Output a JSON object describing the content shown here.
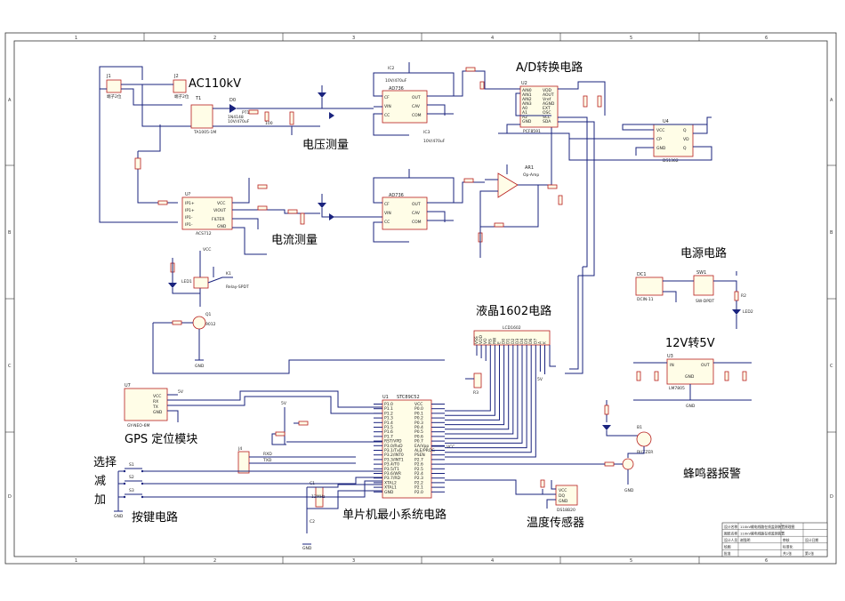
{
  "titles": {
    "ac": "AC110kV",
    "voltage": "电压测量",
    "current": "电流测量",
    "adc": "A/D转换电路",
    "lcd": "液晶1602电路",
    "power": "电源电路",
    "reg": "12V转5V",
    "gps": "GPS 定位模块",
    "mcu": "单片机最小系统电路",
    "buzzer": "蜂鸣器报警",
    "keys_title": "按键电路",
    "key1": "选择",
    "key2": "减",
    "key3": "加",
    "temp": "温度传感器"
  },
  "border": {
    "cols": [
      "1",
      "2",
      "3",
      "4",
      "5",
      "6"
    ],
    "rows": [
      "A",
      "B",
      "C",
      "D"
    ]
  },
  "parts": {
    "j1": "J1",
    "j1_name": "端子2位",
    "j2": "J2",
    "j2_name": "端子2位",
    "t1": "T1",
    "t1_name": "TA1005-1M",
    "d0": "D0",
    "d0_name": "1N4148",
    "pt1": "PT1",
    "pt1_name": "10V/470uF",
    "r_100": "100",
    "ad1": "AD736",
    "ad2": "AD736",
    "ic1": "IC2",
    "ic1_cap": "10V/470uF",
    "ic3": "IC3",
    "ic3_cap": "10V/470uF",
    "u_acs": "ACS712",
    "u_acs_ref": "U?",
    "acs_pins": [
      "IP1+",
      "IP1+",
      "IP1-",
      "IP1-",
      "VCC",
      "VIOUT",
      "FILTER",
      "GND"
    ],
    "ad_pins_l": [
      "CF",
      "VIN",
      "CC",
      "CC"
    ],
    "ad_pins_r": [
      "OUT",
      "CAV",
      "COM"
    ],
    "pcf": "PCF8591",
    "pcf_pins_l": [
      "AIN0",
      "AIN1",
      "AIN2",
      "AIN3",
      "A0",
      "A1",
      "A2",
      "GND"
    ],
    "pcf_pins_r": [
      "VDD",
      "AOUT",
      "Vref",
      "AGND",
      "EXT",
      "OSC",
      "SCL",
      "SDA"
    ],
    "ds1302": "DS1302",
    "u4": "U4",
    "ds_pins": [
      "VCC",
      "CP",
      "GND",
      "Q",
      "VD",
      "Q"
    ],
    "opamp": "Op-Amp",
    "ar1": "AR1",
    "relay": "Relay-SPDT",
    "k1": "K1",
    "led1": "LED1",
    "q1": "Q1",
    "q1_type": "9012",
    "gnd": "GND",
    "stc": "STC89C52",
    "u1": "U1",
    "stc_pins_l": [
      "P1.0",
      "P1.1",
      "P1.2",
      "P1.3",
      "P1.4",
      "P1.5",
      "P1.6",
      "P1.7",
      "RST/VPD",
      "P3.0/RxD",
      "P3.1/TxD",
      "P3.2/INT0",
      "P3.3/INT1",
      "P3.4/T0",
      "P3.5/T1",
      "P3.6/WR",
      "P3.7/RD",
      "XTAL2",
      "XTAL1",
      "GND"
    ],
    "stc_pins_r": [
      "VCC",
      "P0.0",
      "P0.1",
      "P0.2",
      "P0.3",
      "P0.4",
      "P0.5",
      "P0.6",
      "P0.7",
      "EA/Vpp",
      "ALE/PROG",
      "PSEN",
      "P2.7",
      "P2.6",
      "P2.5",
      "P2.4",
      "P2.3",
      "P2.2",
      "P2.1",
      "P2.0"
    ],
    "lcd": "LCD1602",
    "lcd_pins": [
      "VSS",
      "VDD",
      "VO",
      "RS",
      "RW",
      "E",
      "D0",
      "D1",
      "D2",
      "D3",
      "D4",
      "D5",
      "D6",
      "D7",
      "A",
      "K"
    ],
    "gps_mod": "GY-NEO-6M",
    "gps_pins": [
      "VCC",
      "RX",
      "TX",
      "GND"
    ],
    "dc1": "DC1",
    "dc1_name": "DCIN-11",
    "sw1": "SW1",
    "sw1_name": "SW-DPDT",
    "led2": "LED2",
    "r2": "R2",
    "lm7805": "LM7805",
    "u3": "U3",
    "lm_pins": [
      "IN",
      "OUT",
      "GND"
    ],
    "ds18b20": "DS18B20",
    "ds18_pins": [
      "VCC",
      "DQ",
      "GND"
    ],
    "buzzer": "BUZZER",
    "b1": "B1",
    "s1": "S1",
    "s2": "S2",
    "s3": "S3",
    "crystal": "12MHz",
    "vcc": "VCC",
    "v5": "5V"
  },
  "title_block": {
    "rows": [
      [
        "设计名称",
        "110kV输电线路在线监测装置原理图",
        "",
        ""
      ],
      [
        "图纸名称",
        "110kV输电线路在线监测装置",
        "",
        ""
      ],
      [
        "设计人员",
        "谢强明",
        "审核",
        "设计日期"
      ],
      [
        "绘图",
        "",
        "标准化",
        "",
        ""
      ],
      [
        "批准",
        "",
        "共1张",
        "第1张"
      ]
    ]
  }
}
